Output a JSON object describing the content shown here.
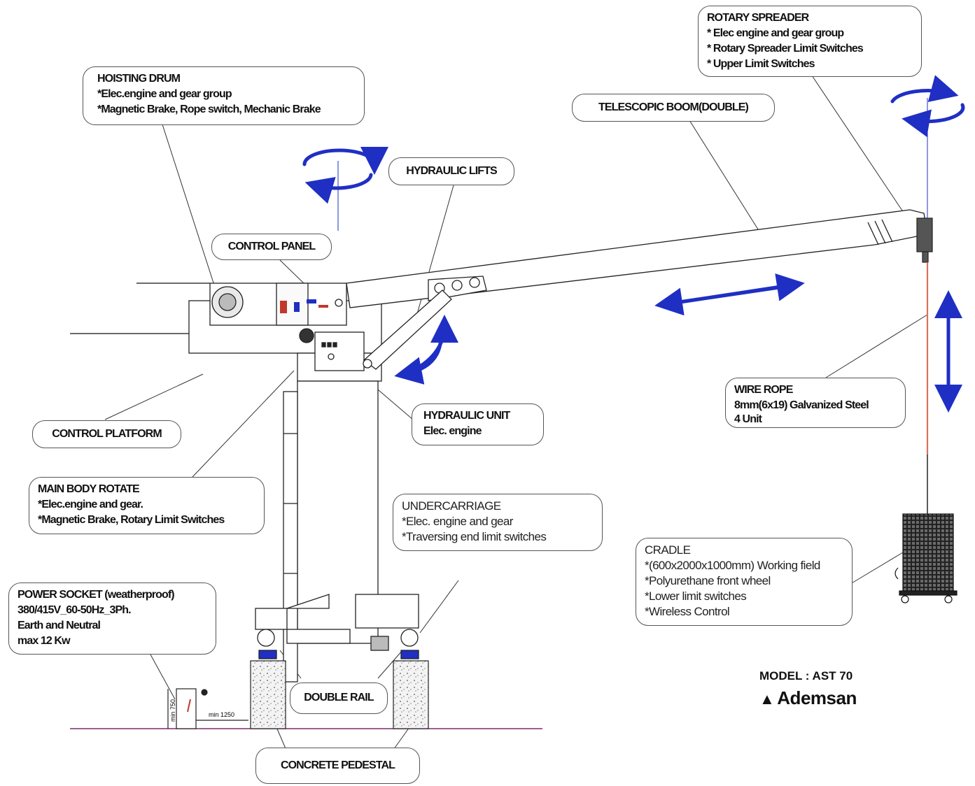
{
  "callouts": {
    "rotary_spreader": {
      "title": "ROTARY SPREADER",
      "lines": [
        "* Elec engine and gear group",
        "* Rotary Spreader Limit Switches",
        "* Upper Limit Switches"
      ]
    },
    "hoisting_drum": {
      "title": "HOISTING DRUM",
      "lines": [
        "*Elec.engine and gear group",
        "*Magnetic Brake, Rope switch, Mechanic Brake"
      ]
    },
    "telescopic_boom": {
      "title": "TELESCOPIC BOOM(DOUBLE)"
    },
    "hydraulic_lifts": {
      "title": "HYDRAULIC LIFTS"
    },
    "control_panel": {
      "title": "CONTROL PANEL"
    },
    "control_platform": {
      "title": "CONTROL PLATFORM"
    },
    "hydraulic_unit": {
      "title": "HYDRAULIC UNIT",
      "lines": [
        "Elec. engine"
      ]
    },
    "wire_rope": {
      "title": "WIRE ROPE",
      "lines": [
        "8mm(6x19) Galvanized Steel",
        "4 Unit"
      ]
    },
    "main_body_rotate": {
      "title": "MAIN BODY ROTATE",
      "lines": [
        "*Elec.engine and gear.",
        "*Magnetic Brake, Rotary Limit Switches"
      ]
    },
    "undercarriage": {
      "title": "UNDERCARRIAGE",
      "lines": [
        "*Elec. engine and gear",
        "*Traversing end limit switches"
      ]
    },
    "cradle": {
      "title": "CRADLE",
      "lines": [
        "*(600x2000x1000mm) Working field",
        "*Polyurethane front wheel",
        "*Lower limit switches",
        "*Wireless Control"
      ]
    },
    "power_socket": {
      "title": "POWER SOCKET (weatherproof)",
      "lines": [
        "380/415V_60-50Hz_3Ph.",
        "Earth and Neutral",
        "max 12 Kw"
      ]
    },
    "double_rail": {
      "title": "DOUBLE RAIL"
    },
    "concrete_pedestal": {
      "title": "CONCRETE PEDESTAL"
    }
  },
  "dimensions": {
    "min_height": "min 750",
    "min_distance": "min 1250"
  },
  "model": {
    "label": "MODEL : AST 70"
  },
  "brand": {
    "name": "Ademsan",
    "logo_icon": "ademsan-logo-icon"
  },
  "colors": {
    "arrow": "#1f2fc4",
    "rope": "#d9735a",
    "ground": "#7b2a6b",
    "outline": "#333333"
  }
}
